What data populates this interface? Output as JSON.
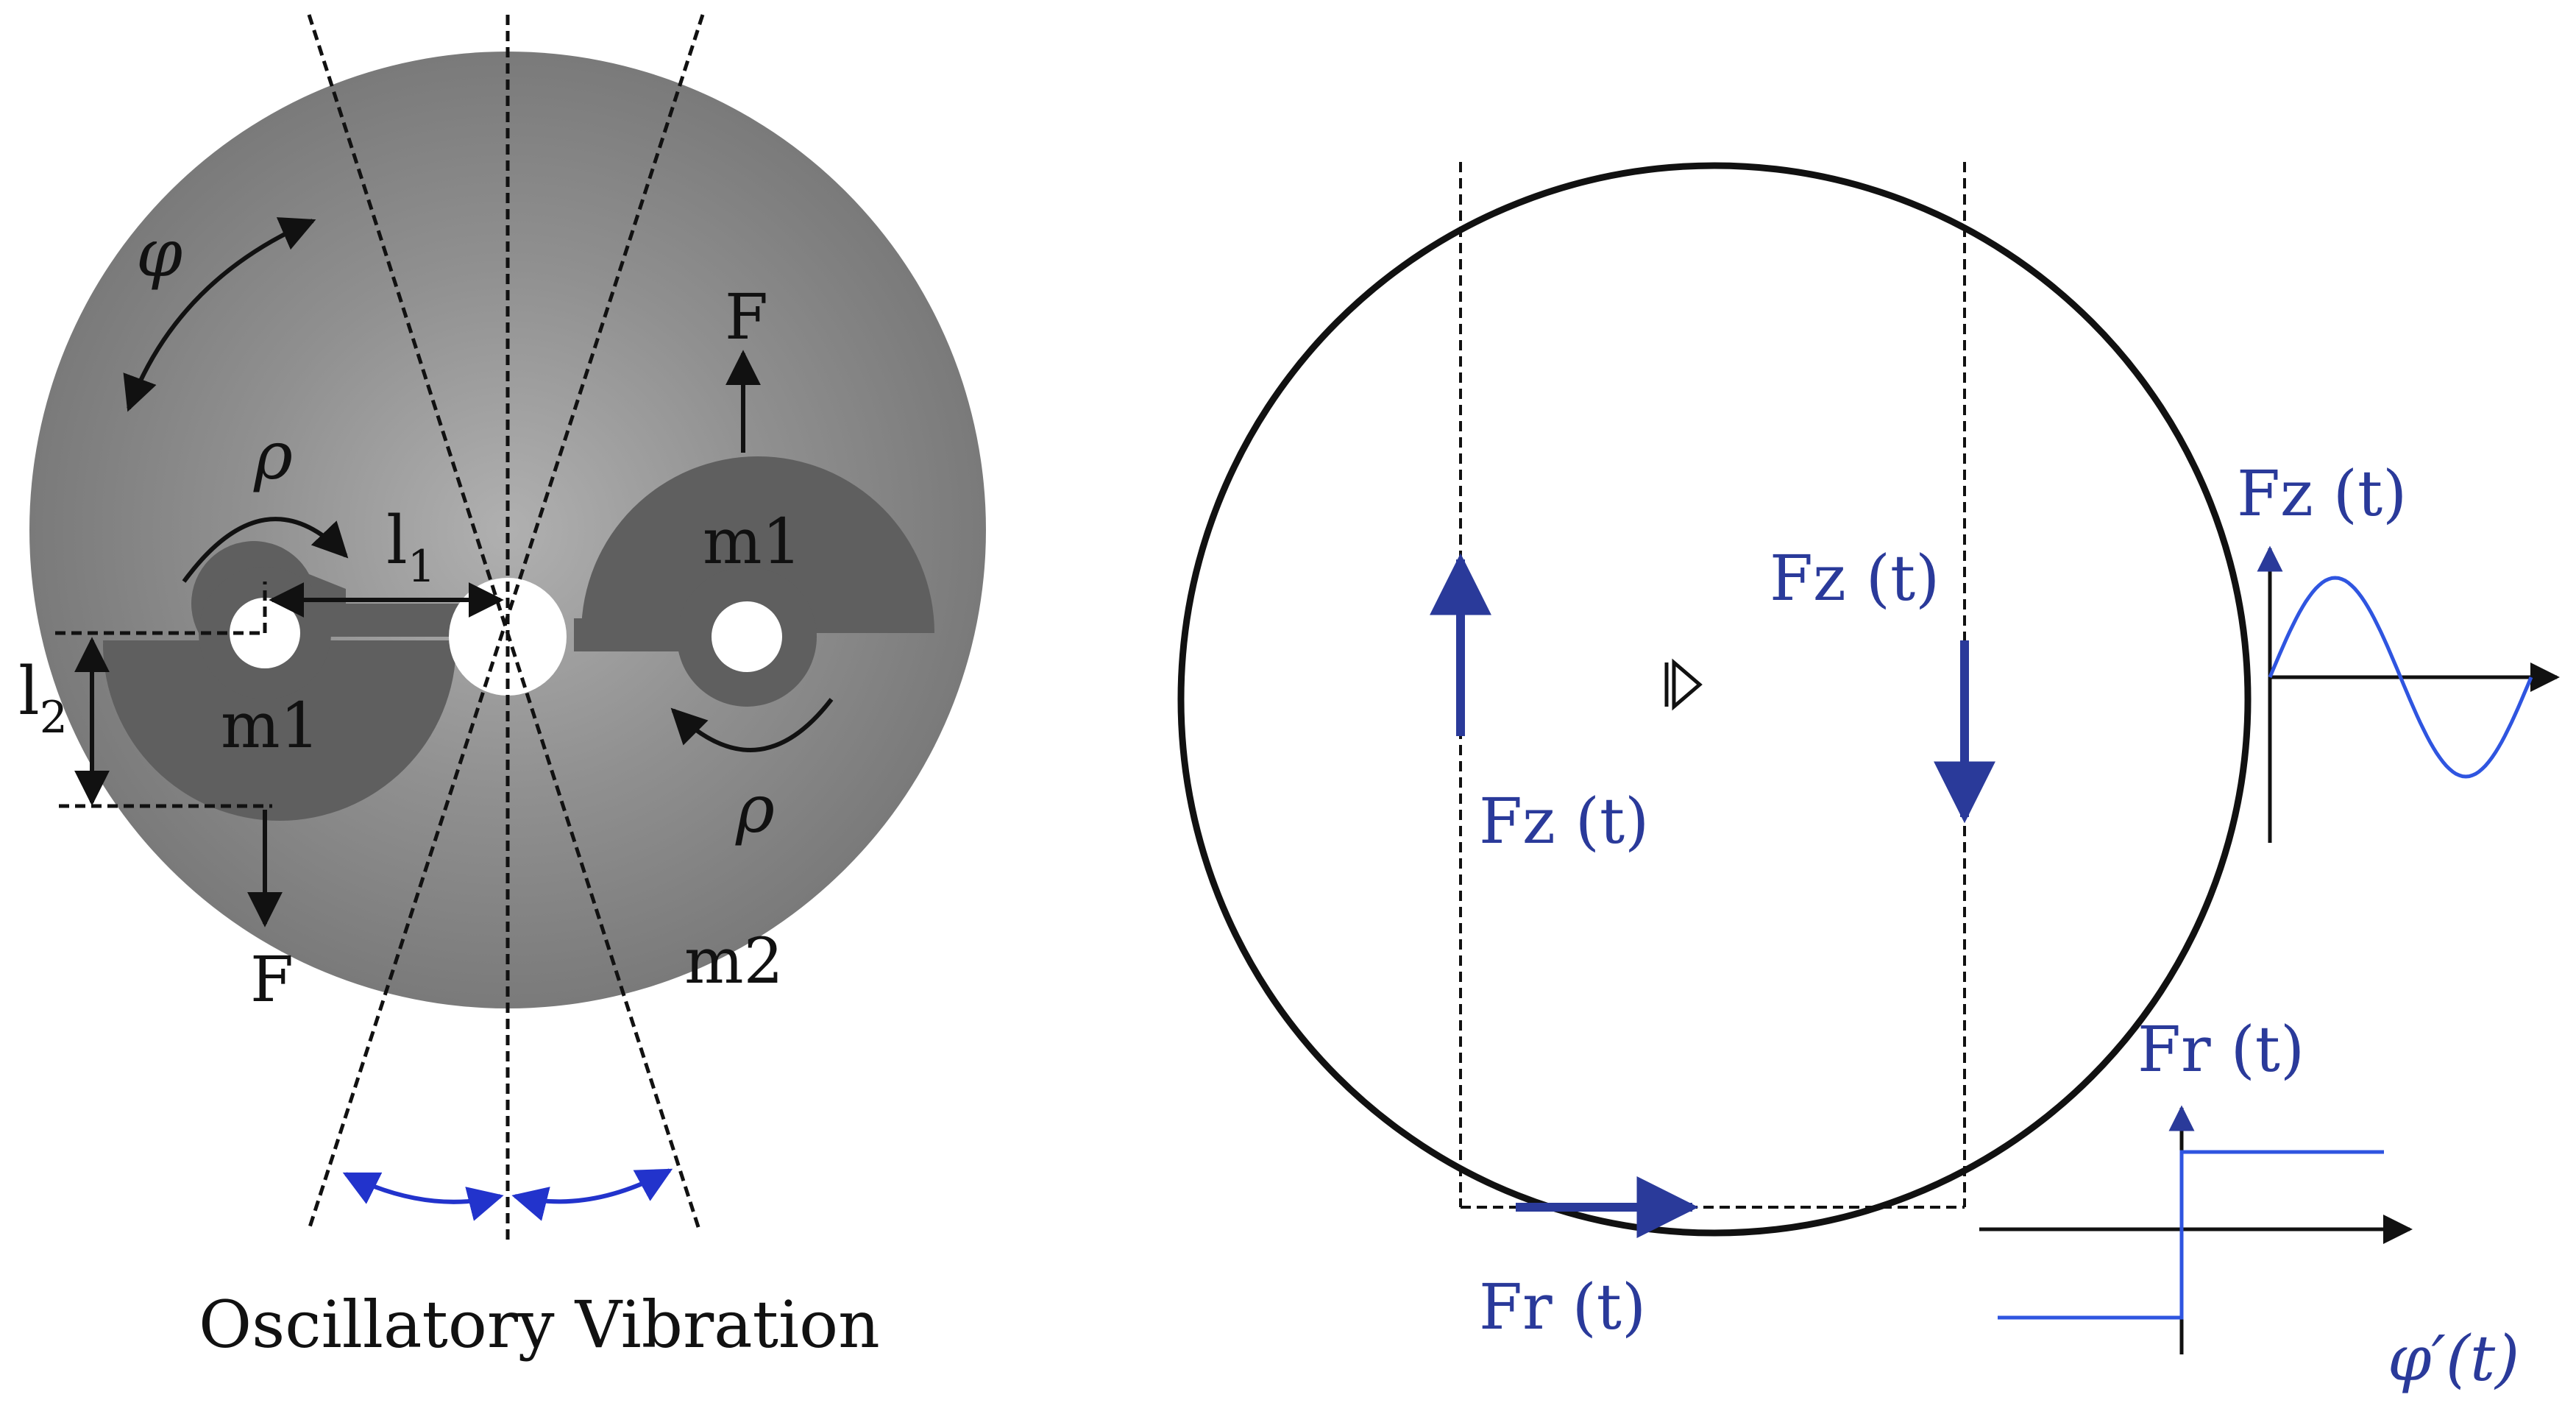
{
  "left_panel": {
    "caption": "Oscillatory Vibration",
    "labels": {
      "phi": "φ",
      "rho_left": "ρ",
      "rho_right": "ρ",
      "l1": "l",
      "l1_sub": "1",
      "l2": "l",
      "l2_sub": "2",
      "m1_left": "m1",
      "m1_right": "m1",
      "m2": "m2",
      "force_top": "F",
      "force_bottom": "F"
    }
  },
  "right_panel": {
    "labels": {
      "fz_right_inside": "Fz (t)",
      "fz_left_inside": "Fz (t)",
      "fr_bottom": "Fr (t)",
      "fz_plot": "Fz (t)",
      "fr_plot": "Fr (t)",
      "phi_prime": "φ′(t)"
    }
  },
  "colors": {
    "disc_light": "#a8a8a8",
    "disc_mid": "#8a8a8a",
    "disc_dark": "#707070",
    "mass": "#5f5f5f",
    "ink": "#111111",
    "blue": "#2a3a9a",
    "plot_blue": "#2f55e0"
  }
}
